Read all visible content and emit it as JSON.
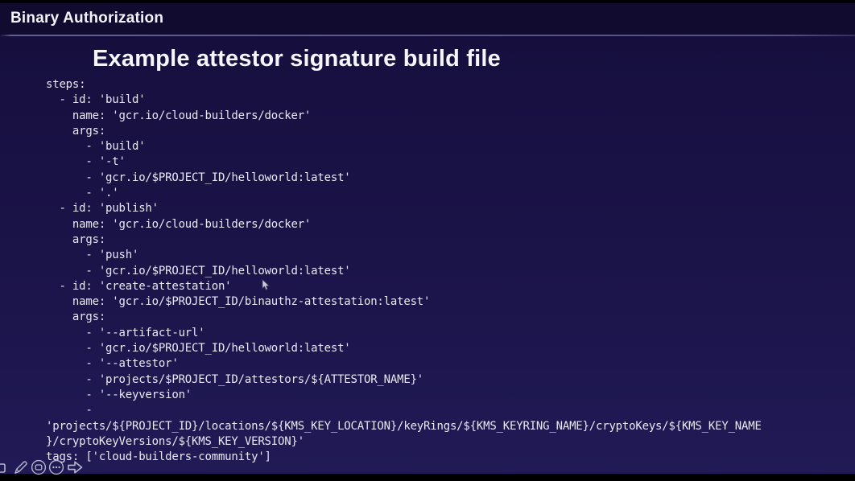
{
  "header": {
    "title": "Binary Authorization"
  },
  "slide": {
    "title": "Example attestor signature build file",
    "code_lines": [
      "steps:",
      "  - id: 'build'",
      "    name: 'gcr.io/cloud-builders/docker'",
      "    args:",
      "      - 'build'",
      "      - '-t'",
      "      - 'gcr.io/$PROJECT_ID/helloworld:latest'",
      "      - '.'",
      "  - id: 'publish'",
      "    name: 'gcr.io/cloud-builders/docker'",
      "    args:",
      "      - 'push'",
      "      - 'gcr.io/$PROJECT_ID/helloworld:latest'",
      "  - id: 'create-attestation'",
      "    name: 'gcr.io/$PROJECT_ID/binauthz-attestation:latest'",
      "    args:",
      "      - '--artifact-url'",
      "      - 'gcr.io/$PROJECT_ID/helloworld:latest'",
      "      - '--attestor'",
      "      - 'projects/$PROJECT_ID/attestors/${ATTESTOR_NAME}'",
      "      - '--keyversion'",
      "      -",
      "'projects/${PROJECT_ID}/locations/${KMS_KEY_LOCATION}/keyRings/${KMS_KEYRING_NAME}/cryptoKeys/${KMS_KEY_NAME",
      "}/cryptoKeyVersions/${KMS_KEY_VERSION}'",
      "tags: ['cloud-builders-community']"
    ]
  },
  "toolbar": {
    "icons": [
      "partial-square-tool",
      "pen-tool",
      "shape-tool",
      "more-tool",
      "next-arrow-tool"
    ]
  },
  "cursor": {
    "icon": "arrow-pointer"
  },
  "colors": {
    "header_background": "#110b30",
    "slide_background_top": "#150e3c",
    "slide_background_bottom": "#211a56",
    "divider": "#6e6ca0",
    "text": "#e9e8f2"
  }
}
